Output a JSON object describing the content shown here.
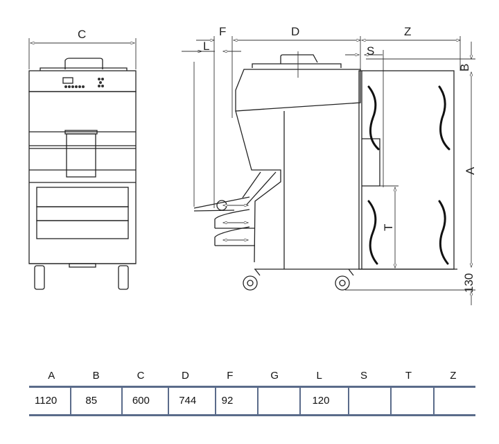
{
  "drawing": {
    "front_view_labels": {
      "C": "C"
    },
    "side_view_labels": {
      "F": "F",
      "D": "D",
      "Z": "Z",
      "L": "L",
      "S": "S",
      "B": "B",
      "A": "A",
      "T": "T",
      "wheel_height": "130"
    }
  },
  "table": {
    "headers": [
      "A",
      "B",
      "C",
      "D",
      "F",
      "G",
      "L",
      "S",
      "T",
      "Z"
    ],
    "values": [
      "1120",
      "85",
      "600",
      "744",
      "92",
      "",
      "120",
      "",
      "",
      ""
    ]
  }
}
